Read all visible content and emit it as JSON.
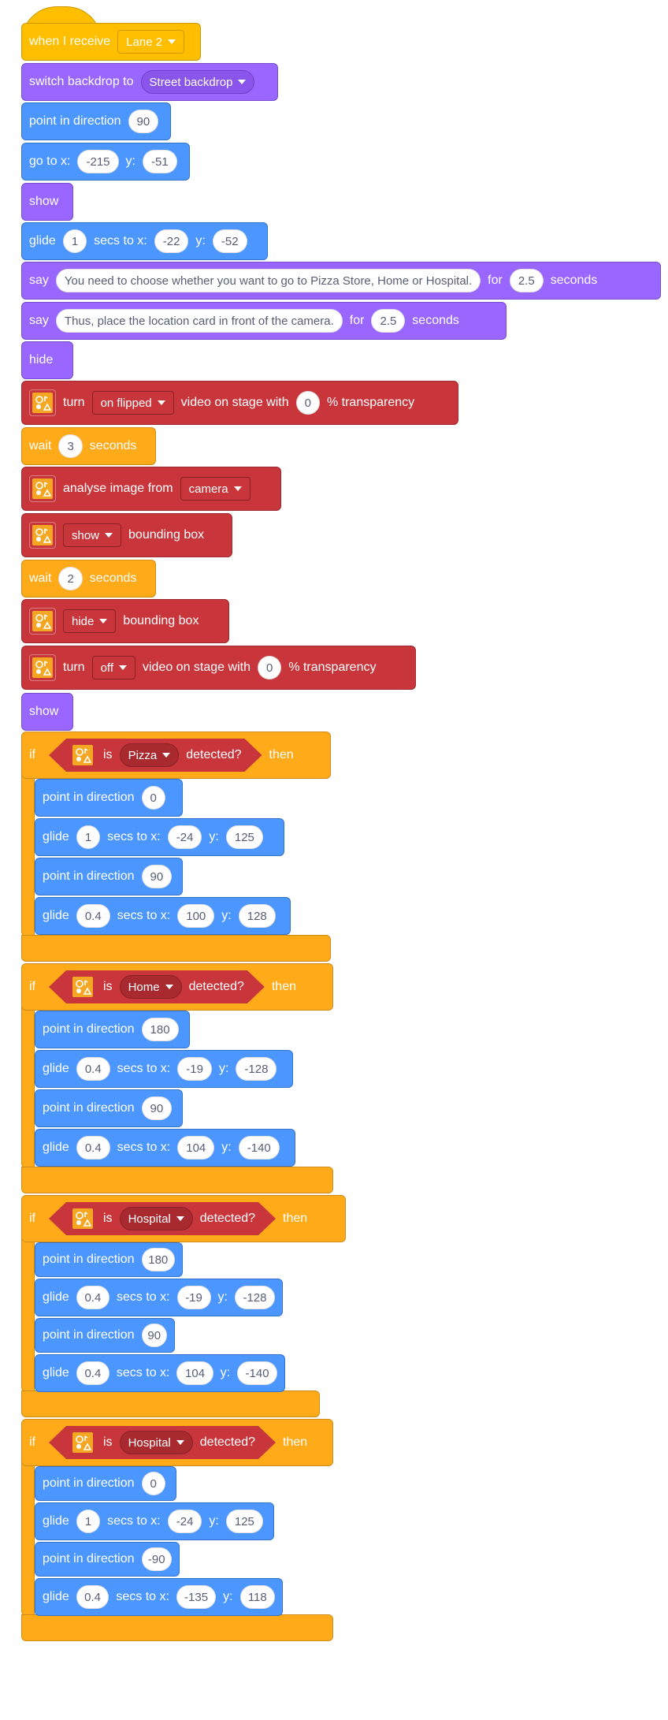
{
  "script": {
    "when_receive": {
      "label": "when I receive",
      "message": "Lane 2"
    },
    "switch_backdrop": {
      "label": "switch backdrop to",
      "backdrop": "Street backdrop"
    },
    "point1": {
      "label": "point in direction",
      "value": "90"
    },
    "goto": {
      "label": "go to x:",
      "x": "-215",
      "ylabel": "y:",
      "y": "-51"
    },
    "show1": {
      "label": "show"
    },
    "glide1": {
      "label": "glide",
      "secs": "1",
      "mid": "secs to x:",
      "x": "-22",
      "ylabel": "y:",
      "y": "-52"
    },
    "say1": {
      "label": "say",
      "text": "You need to choose whether you want to go to Pizza Store, Home or Hospital.",
      "for": "for",
      "secs": "2.5",
      "unit": "seconds"
    },
    "say2": {
      "label": "say",
      "text": "Thus, place the location card in front of the camera.",
      "for": "for",
      "secs": "2.5",
      "unit": "seconds"
    },
    "hide1": {
      "label": "hide"
    },
    "video1": {
      "label": "turn",
      "state": "on flipped",
      "mid": "video on stage with",
      "value": "0",
      "end": "% transparency"
    },
    "wait1": {
      "label": "wait",
      "value": "3",
      "unit": "seconds"
    },
    "analyse": {
      "label": "analyse image from",
      "source": "camera"
    },
    "bbox1": {
      "state": "show",
      "label": "bounding box"
    },
    "wait2": {
      "label": "wait",
      "value": "2",
      "unit": "seconds"
    },
    "bbox2": {
      "state": "hide",
      "label": "bounding box"
    },
    "video2": {
      "label": "turn",
      "state": "off",
      "mid": "video on stage with",
      "value": "0",
      "end": "% transparency"
    },
    "show2": {
      "label": "show"
    },
    "if1": {
      "if": "if",
      "is": "is",
      "item": "Pizza",
      "detected": "detected?",
      "then": "then",
      "b1": {
        "label": "point in direction",
        "value": "0"
      },
      "b2": {
        "label": "glide",
        "secs": "1",
        "mid": "secs to x:",
        "x": "-24",
        "ylabel": "y:",
        "y": "125"
      },
      "b3": {
        "label": "point in direction",
        "value": "90"
      },
      "b4": {
        "label": "glide",
        "secs": "0.4",
        "mid": "secs to x:",
        "x": "100",
        "ylabel": "y:",
        "y": "128"
      }
    },
    "if2": {
      "if": "if",
      "is": "is",
      "item": "Home",
      "detected": "detected?",
      "then": "then",
      "b1": {
        "label": "point in direction",
        "value": "180"
      },
      "b2": {
        "label": "glide",
        "secs": "0.4",
        "mid": "secs to x:",
        "x": "-19",
        "ylabel": "y:",
        "y": "-128"
      },
      "b3": {
        "label": "point in direction",
        "value": "90"
      },
      "b4": {
        "label": "glide",
        "secs": "0.4",
        "mid": "secs to x:",
        "x": "104",
        "ylabel": "y:",
        "y": "-140"
      }
    },
    "if3": {
      "if": "if",
      "is": "is",
      "item": "Hospital",
      "detected": "detected?",
      "then": "then",
      "b1": {
        "label": "point in direction",
        "value": "180"
      },
      "b2": {
        "label": "glide",
        "secs": "0.4",
        "mid": "secs to x:",
        "x": "-19",
        "ylabel": "y:",
        "y": "-128"
      },
      "b3": {
        "label": "point in direction",
        "value": "90"
      },
      "b4": {
        "label": "glide",
        "secs": "0.4",
        "mid": "secs to x:",
        "x": "104",
        "ylabel": "y:",
        "y": "-140"
      }
    },
    "if4": {
      "if": "if",
      "is": "is",
      "item": "Hospital",
      "detected": "detected?",
      "then": "then",
      "b1": {
        "label": "point in direction",
        "value": "0"
      },
      "b2": {
        "label": "glide",
        "secs": "1",
        "mid": "secs to x:",
        "x": "-24",
        "ylabel": "y:",
        "y": "125"
      },
      "b3": {
        "label": "point in direction",
        "value": "-90"
      },
      "b4": {
        "label": "glide",
        "secs": "0.4",
        "mid": "secs to x:",
        "x": "-135",
        "ylabel": "y:",
        "y": "118"
      }
    }
  },
  "icons": {
    "extension": "ml-image-recognition-icon"
  },
  "colors": {
    "event": "#FFBF00",
    "control": "#FFAB19",
    "looks": "#9966FF",
    "motion": "#4C97FF",
    "extension": "#C8363C"
  }
}
